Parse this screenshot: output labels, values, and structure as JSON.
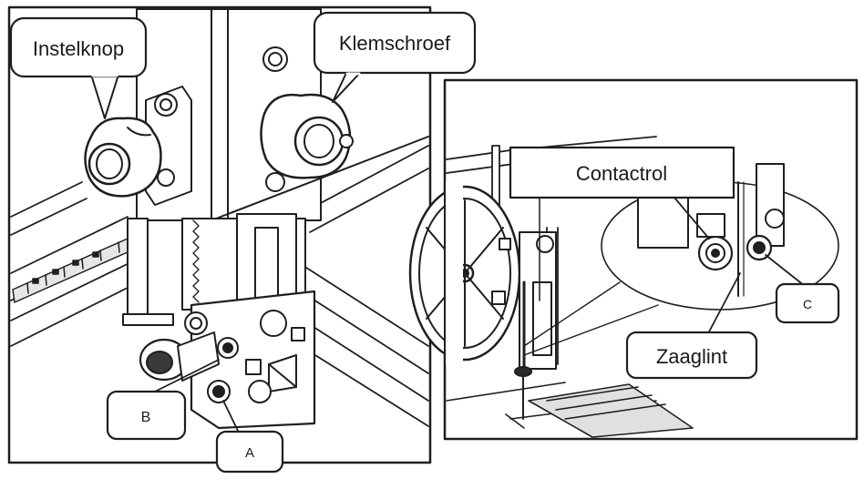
{
  "labels": {
    "instelknop": "Instelknop",
    "klemschroef": "Klemschroef",
    "b": "B",
    "a": "A",
    "contactrol": "Contactrol",
    "zaaglint": "Zaaglint",
    "c": "C"
  },
  "colors": {
    "line": "#1f1f1f",
    "background": "#ffffff",
    "shade": "#d9d9d9",
    "dark": "#4a4a4a"
  }
}
